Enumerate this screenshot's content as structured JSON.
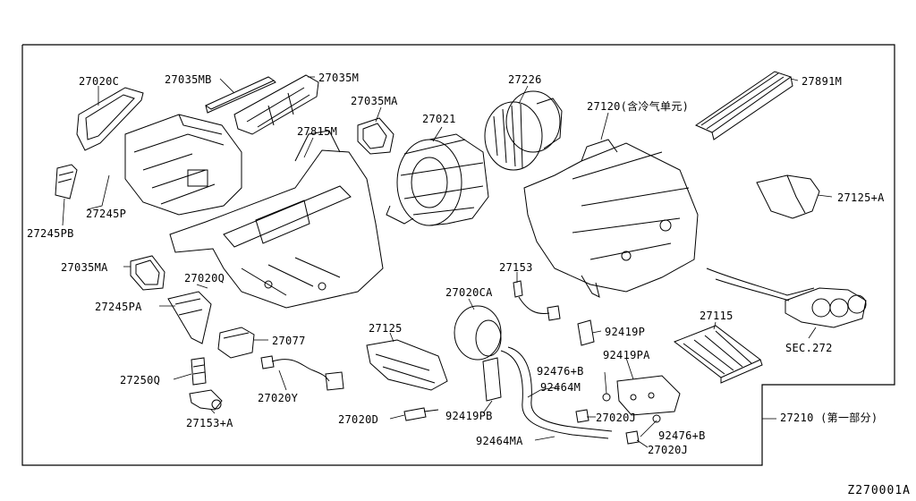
{
  "figure_id": "Z270001A",
  "labels": {
    "p27020c": "27020C",
    "p27035mb": "27035MB",
    "p27035m": "27035M",
    "p27226": "27226",
    "p27891m": "27891M",
    "p27035ma_top": "27035MA",
    "p27021": "27021",
    "p27120": "27120(含冷气单元)",
    "p27815m": "27815M",
    "p27125a": "27125+A",
    "p27245p": "27245P",
    "p27245pb": "27245PB",
    "p27035ma_mid": "27035MA",
    "p27020q": "27020Q",
    "p27153": "27153",
    "p27020ca": "27020CA",
    "p27245pa": "27245PA",
    "p27115": "27115",
    "p92419p": "92419P",
    "sec272": "SEC.272",
    "p27077": "27077",
    "p27125": "27125",
    "p27250q": "27250Q",
    "p92419pa": "92419PA",
    "p92476b_1": "92476+B",
    "p92464m": "92464M",
    "p27020y": "27020Y",
    "p27153a": "27153+A",
    "p27020j_1": "27020J",
    "p27210": "27210 (第一部分)",
    "p27020d": "27020D",
    "p92419pb": "92419PB",
    "p92476b_2": "92476+B",
    "p92464ma": "92464MA",
    "p27020j_2": "27020J"
  }
}
